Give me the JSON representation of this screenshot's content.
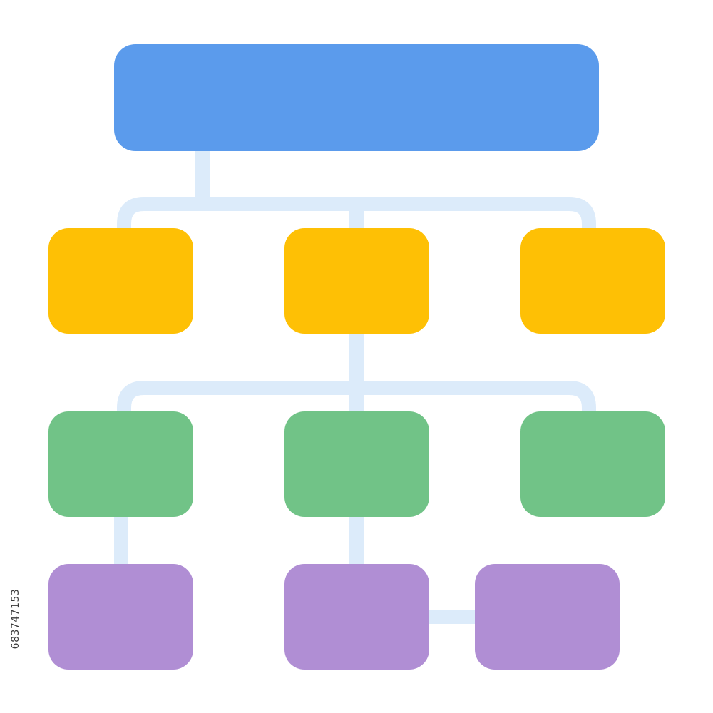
{
  "diagram": {
    "kind": "hierarchy-icon",
    "colors": {
      "connector": "#dcebfa",
      "level_1": "#5b9bec",
      "level_2": "#fec005",
      "level_3": "#71c387",
      "level_4": "#b08ed4"
    },
    "levels": [
      {
        "name": "root",
        "node_count": 1,
        "color": "#5b9bec"
      },
      {
        "name": "second",
        "node_count": 3,
        "color": "#fec005"
      },
      {
        "name": "third",
        "node_count": 3,
        "color": "#71c387"
      },
      {
        "name": "fourth",
        "node_count": 3,
        "color": "#b08ed4"
      }
    ]
  },
  "watermark": {
    "stock_id": "683747153"
  }
}
